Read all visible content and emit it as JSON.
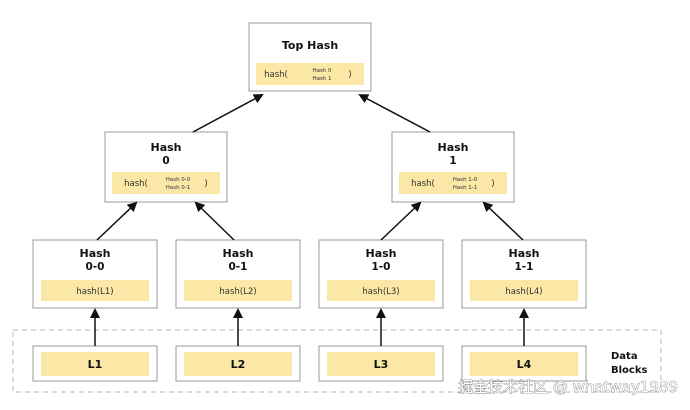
{
  "diagram": {
    "top": {
      "title": "Top Hash",
      "fn": "hash(",
      "arg1": "Hash 0",
      "arg2": "Hash 1",
      "close": ")"
    },
    "mid": [
      {
        "title": "Hash",
        "sub": "0",
        "fn": "hash(",
        "arg1": "Hash 0-0",
        "arg2": "Hash 0-1",
        "close": ")"
      },
      {
        "title": "Hash",
        "sub": "1",
        "fn": "hash(",
        "arg1": "Hash 1-0",
        "arg2": "Hash 1-1",
        "close": ")"
      }
    ],
    "bottom": [
      {
        "title": "Hash",
        "sub": "0-0",
        "inner": "hash(L1)"
      },
      {
        "title": "Hash",
        "sub": "0-1",
        "inner": "hash(L2)"
      },
      {
        "title": "Hash",
        "sub": "1-0",
        "inner": "hash(L3)"
      },
      {
        "title": "Hash",
        "sub": "1-1",
        "inner": "hash(L4)"
      }
    ],
    "leaves": [
      "L1",
      "L2",
      "L3",
      "L4"
    ],
    "data_blocks_label": [
      "Data",
      "Blocks"
    ],
    "colors": {
      "inner_fill": "#fbe8a6",
      "box_border": "#9a9a9a",
      "dashed": "#b5b5b5",
      "arrow": "#111111"
    }
  },
  "watermark": "掘金技术社区 @ whatway1989"
}
